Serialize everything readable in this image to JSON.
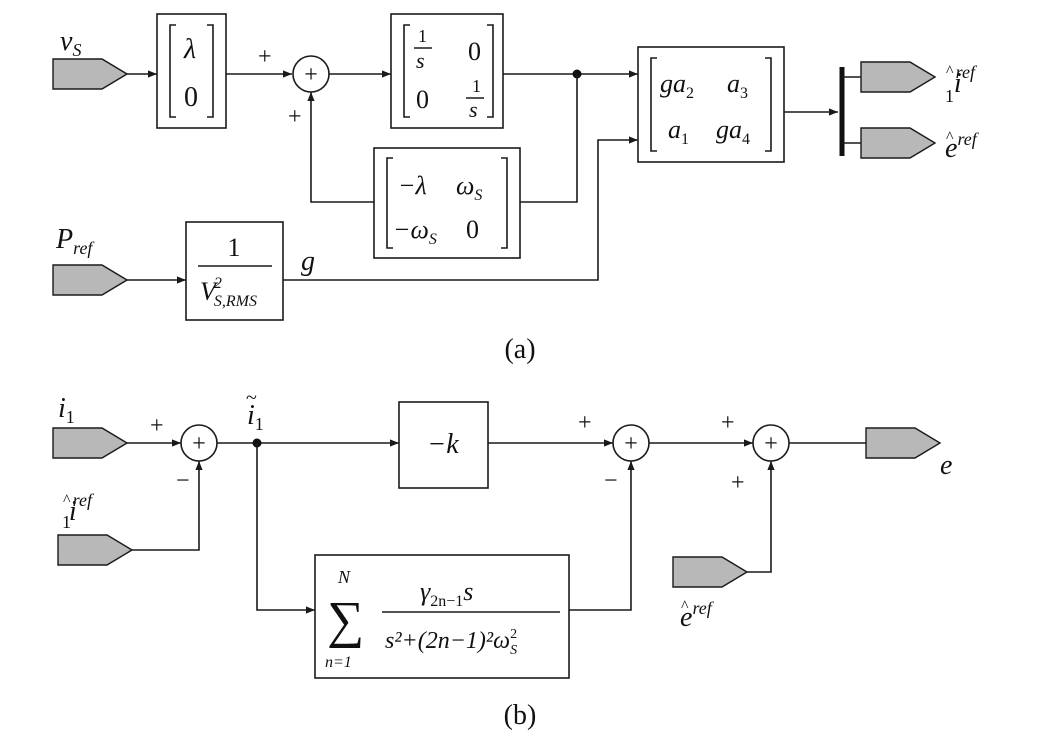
{
  "diagram_a": {
    "caption": "(a)",
    "inputs": {
      "vs_main": "v",
      "vs_sub": "S",
      "pref_main": "P",
      "pref_sub": "ref"
    },
    "signs": {
      "sum_top": "+",
      "sum_left": "+"
    },
    "lambda_vector": {
      "r1": "λ",
      "r2": "0"
    },
    "integrator_matrix": {
      "r1c1_num": "1",
      "r1c1_den": "s",
      "r1c2": "0",
      "r2c1": "0",
      "r2c2_num": "1",
      "r2c2_den": "s"
    },
    "feedback_matrix": {
      "r1c1": "−λ",
      "r1c2_main": "ω",
      "r1c2_sub": "S",
      "r2c1_main": "−ω",
      "r2c1_sub": "S",
      "r2c2": "0"
    },
    "a_matrix": {
      "r1c1_g": "g",
      "r1c1_a": "a",
      "r1c1_sub": "2",
      "r1c2_a": "a",
      "r1c2_sub": "3",
      "r2c1_a": "a",
      "r2c1_sub": "1",
      "r2c2_g": "g",
      "r2c2_a": "a",
      "r2c2_sub": "4"
    },
    "gain_block": {
      "numerator": "1",
      "den_main": "V",
      "den_sup": "2",
      "den_sub": "S,RMS"
    },
    "g_label": "g",
    "outputs": {
      "i_main": "i",
      "i_sub": "1",
      "i_sup": "ref",
      "e_main": "e",
      "e_sup": "ref"
    }
  },
  "diagram_b": {
    "caption": "(b)",
    "inputs": {
      "i1_main": "i",
      "i1_sub": "1",
      "iref_main": "i",
      "iref_sub": "1",
      "iref_sup": "ref",
      "eref_main": "e",
      "eref_sup": "ref"
    },
    "signs": {
      "s1_plus": "+",
      "s1_minus": "−",
      "s2_plus": "+",
      "s2_minus": "−",
      "s3_plus_top": "+",
      "s3_plus_bottom": "+"
    },
    "tilde_label": {
      "main": "i",
      "sub": "1"
    },
    "gain_k": "−k",
    "sum_block": {
      "sigma": "∑",
      "upper": "N",
      "lower": "n=1",
      "num_gamma": "γ",
      "num_sub": "2n−1",
      "num_s": "s",
      "den": "s²+(2n−1)²ω",
      "den_sub": "S",
      "den_sup": "2"
    },
    "output": "e"
  }
}
